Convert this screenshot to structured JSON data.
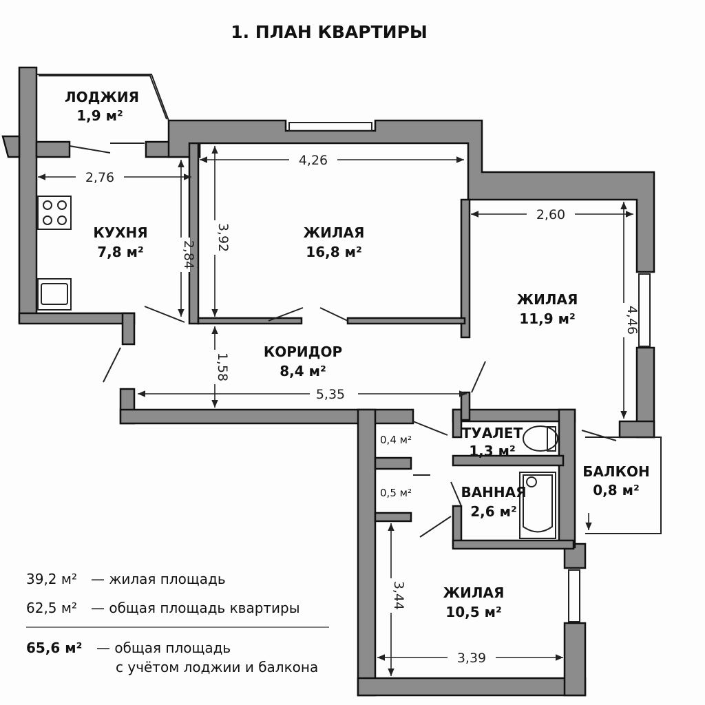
{
  "title": "1. ПЛАН КВАРТИРЫ",
  "rooms": {
    "loggia": {
      "name": "ЛОДЖИЯ",
      "area": "1,9 м²"
    },
    "kitchen": {
      "name": "КУХНЯ",
      "area": "7,8 м²"
    },
    "living1": {
      "name": "ЖИЛАЯ",
      "area": "16,8 м²"
    },
    "living2": {
      "name": "ЖИЛАЯ",
      "area": "11,9 м²"
    },
    "corridor": {
      "name": "КОРИДОР",
      "area": "8,4 м²"
    },
    "closet1": {
      "area": "0,4 м²"
    },
    "closet2": {
      "area": "0,5 м²"
    },
    "toilet": {
      "name": "ТУАЛЕТ",
      "area": "1,3 м²"
    },
    "bath": {
      "name": "ВАННАЯ",
      "area": "2,6 м²"
    },
    "balcony": {
      "name": "БАЛКОН",
      "area": "0,8 м²"
    },
    "living3": {
      "name": "ЖИЛАЯ",
      "area": "10,5 м²"
    }
  },
  "dimensions": {
    "kitchen_w": "2,76",
    "kitchen_h": "2,84",
    "living1_w": "4,26",
    "living1_h": "3,92",
    "living2_w": "2,60",
    "living2_h": "4,46",
    "corridor_w": "5,35",
    "corridor_h": "1,58",
    "living3_w": "3,39",
    "living3_h": "3,44"
  },
  "legend": {
    "living_value": "39,2 м²",
    "living_label": "— жилая площадь",
    "total_value": "62,5 м²",
    "total_label": "— общая площадь квартиры",
    "full_value": "65,6 м²",
    "full_label": "— общая площадь",
    "full_sub": "с учётом лоджии и балкона"
  }
}
